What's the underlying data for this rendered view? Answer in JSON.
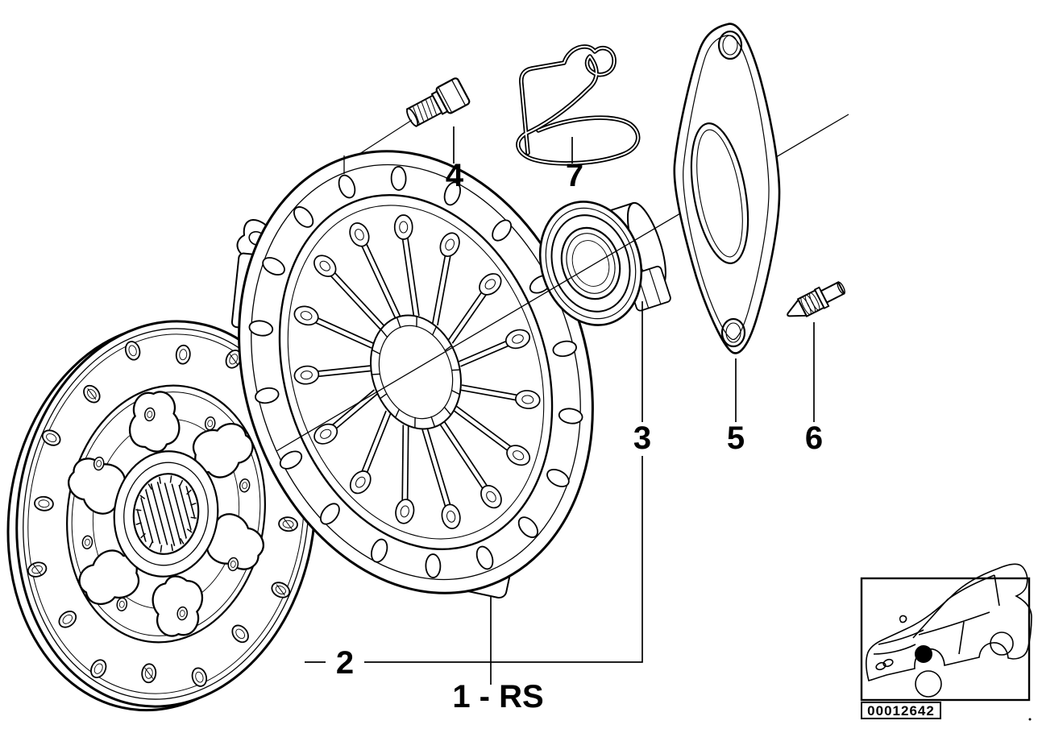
{
  "figure": {
    "type": "exploded-parts-diagram",
    "subject": "clutch assembly",
    "colors": {
      "line": "#000000",
      "background": "#ffffff"
    },
    "callouts": {
      "clutch_kit": "1 - RS",
      "clutch_disc": "2",
      "release_bearing": "3",
      "bolt": "4",
      "release_lever": "5",
      "pivot_pin": "6",
      "retaining_clip": "7"
    },
    "thumbnail": {
      "image_code": "00012642"
    }
  }
}
